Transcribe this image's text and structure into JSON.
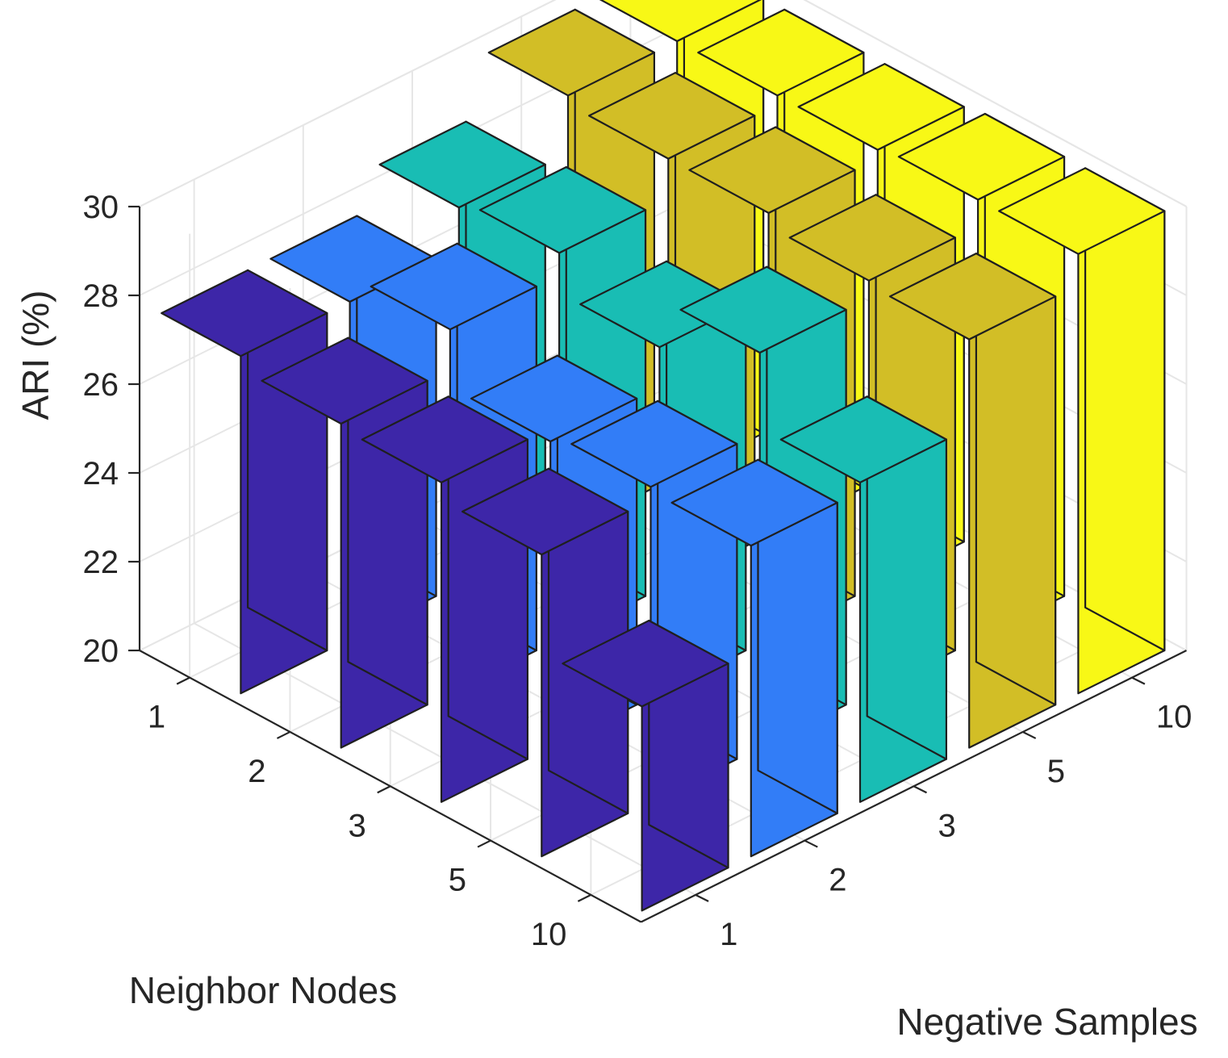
{
  "chart_data": {
    "type": "bar3d",
    "zlabel": "ARI (%)",
    "xlabel": "Neighbor Nodes",
    "ylabel": "Negative Samples",
    "neighbor_nodes": [
      "1",
      "2",
      "3",
      "5",
      "10"
    ],
    "negative_samples": [
      "1",
      "2",
      "3",
      "5",
      "10"
    ],
    "zlim": [
      20,
      30
    ],
    "zticks": [
      "20",
      "22",
      "24",
      "26",
      "28",
      "30"
    ],
    "grid": true,
    "series": [
      {
        "negative_samples": "1",
        "color": "#3d26a8",
        "values": [
          27.6,
          27.3,
          27.2,
          26.8,
          24.6
        ]
      },
      {
        "negative_samples": "2",
        "color": "#327df7",
        "values": [
          27.6,
          28.2,
          26.9,
          27.1,
          27.0
        ]
      },
      {
        "negative_samples": "3",
        "color": "#19bdb4",
        "values": [
          28.5,
          28.7,
          27.8,
          28.9,
          27.2
        ]
      },
      {
        "negative_samples": "5",
        "color": "#d2be26",
        "values": [
          29.8,
          29.6,
          29.6,
          29.3,
          29.2
        ]
      },
      {
        "negative_samples": "10",
        "color": "#f8f816",
        "values": [
          29.8,
          29.8,
          29.8,
          29.9,
          29.9
        ]
      }
    ]
  }
}
